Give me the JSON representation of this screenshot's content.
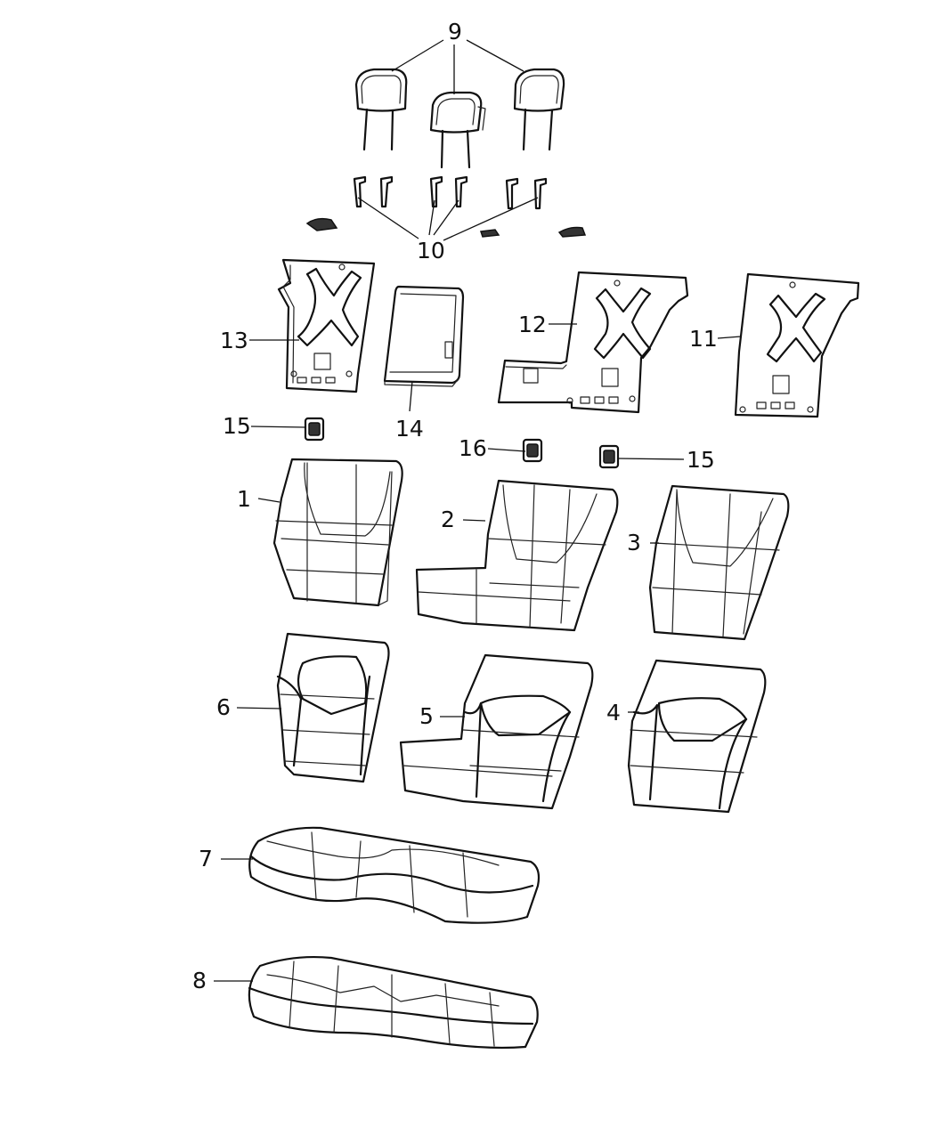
{
  "callouts": {
    "c1": "1",
    "c2": "2",
    "c3": "3",
    "c4": "4",
    "c5": "5",
    "c6": "6",
    "c7": "7",
    "c8": "8",
    "c9": "9",
    "c10": "10",
    "c11": "11",
    "c12": "12",
    "c13": "13",
    "c14": "14",
    "c15a": "15",
    "c15b": "15",
    "c16": "16"
  },
  "parts": [
    "headrest-left",
    "headrest-center",
    "headrest-right",
    "headrest-guide",
    "headrest-guide-cap",
    "seatback-panel-13",
    "armrest-14",
    "seatback-panel-12",
    "seatback-panel-11",
    "latch-bezel-15",
    "latch-bezel-16",
    "seatback-cover-1",
    "seatback-cover-2",
    "seatback-cover-3",
    "seatback-foam-6",
    "seatback-foam-5",
    "seatback-foam-4",
    "cushion-cover-7",
    "cushion-foam-8"
  ]
}
